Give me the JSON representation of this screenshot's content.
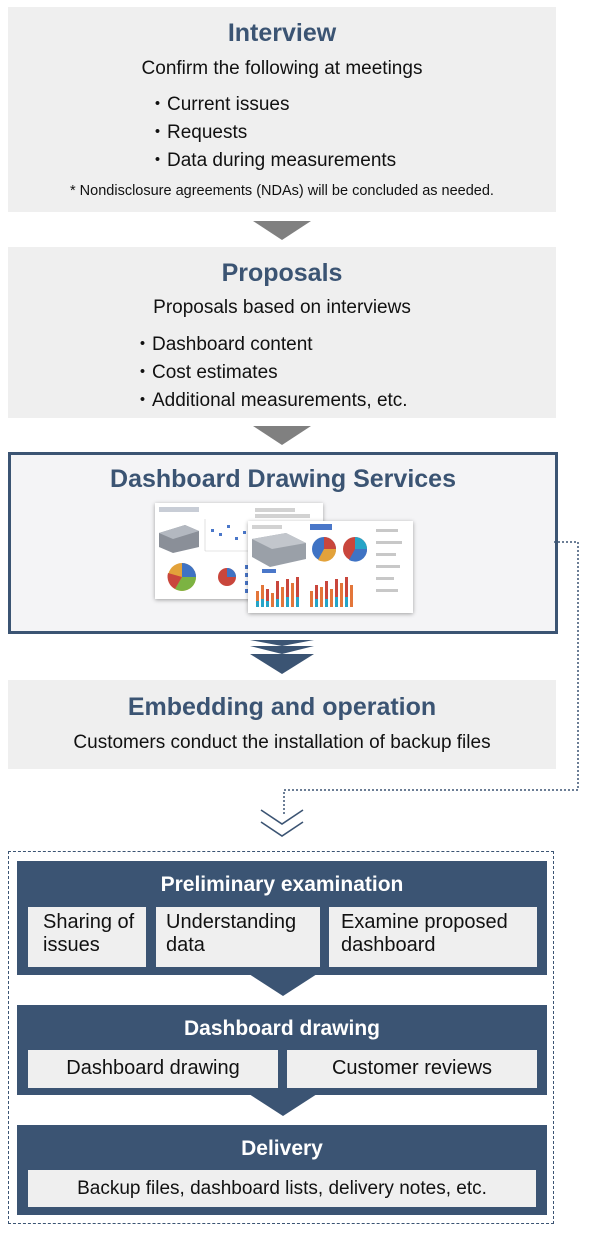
{
  "interview": {
    "title": "Interview",
    "subtitle": "Confirm the following at meetings",
    "items": [
      "・Current issues",
      "・Requests",
      "・Data during measurements"
    ],
    "note": "* Nondisclosure agreements (NDAs) will be concluded as needed."
  },
  "proposals": {
    "title": "Proposals",
    "subtitle": "Proposals based on interviews",
    "items": [
      "・Dashboard content",
      "・Cost estimates",
      "・Additional measurements, etc."
    ]
  },
  "dashboard": {
    "title": "Dashboard Drawing Services"
  },
  "embedding": {
    "title": "Embedding and operation",
    "subtitle": "Customers conduct the installation of backup files"
  },
  "preliminary": {
    "title": "Preliminary examination",
    "boxes": [
      "Sharing of issues",
      "Understanding data",
      "Examine proposed dashboard"
    ]
  },
  "drawing": {
    "title": "Dashboard drawing",
    "boxes": [
      "Dashboard drawing",
      "Customer reviews"
    ]
  },
  "delivery": {
    "title": "Delivery",
    "box": "Backup files, dashboard lists, delivery notes, etc."
  },
  "colors": {
    "navy": "#3b5473",
    "light_grey": "#efefef",
    "arrow_grey": "#808080"
  }
}
